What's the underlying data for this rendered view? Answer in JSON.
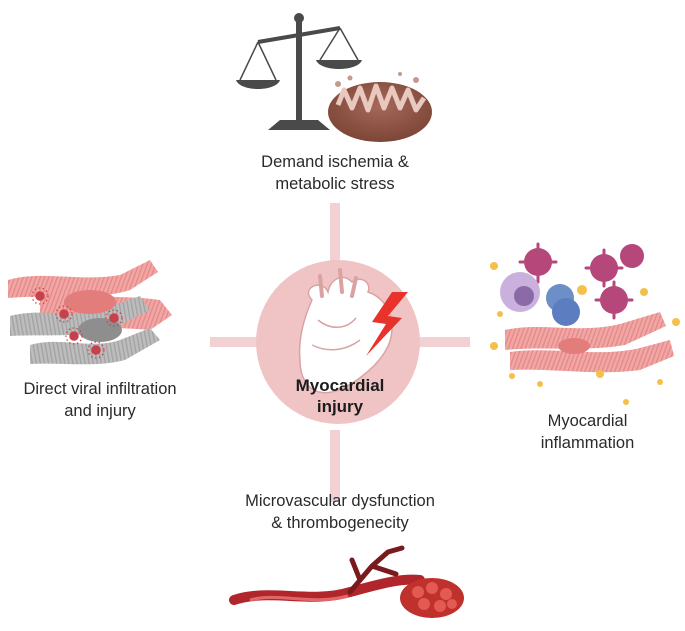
{
  "center": {
    "line1": "Myocardial",
    "line2": "injury"
  },
  "mechanisms": {
    "top": {
      "line1": "Demand ischemia &",
      "line2": "metabolic stress",
      "icon": "scale-mitochondria-icon"
    },
    "left": {
      "line1": "Direct viral infiltration",
      "line2": "and injury",
      "icon": "virus-infected-myocytes-icon"
    },
    "right": {
      "line1": "Myocardial",
      "line2": "inflammation",
      "icon": "immune-cells-icon"
    },
    "bottom": {
      "line1": "Microvascular dysfunction",
      "line2": "& thrombogenecity",
      "icon": "vessel-thrombus-icon"
    }
  },
  "colors": {
    "connector": "#f3d0d1",
    "center_fill": "#f0c4c4",
    "muscle": "#ef9d9b",
    "lightning": "#e8322c",
    "virus": "#c8404a",
    "vessel": "#b1262a",
    "scale": "#4a4a4a"
  }
}
